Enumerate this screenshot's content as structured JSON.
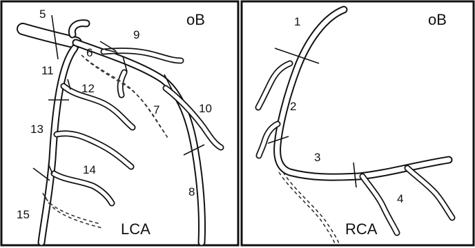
{
  "left_panel": {
    "view": "oB",
    "title": "LCA",
    "segments": [
      "5",
      "6",
      "9",
      "11",
      "12",
      "7",
      "10",
      "13",
      "14",
      "8",
      "15"
    ]
  },
  "right_panel": {
    "view": "oB",
    "title": "RCA",
    "segments": [
      "1",
      "2",
      "3",
      "4"
    ]
  }
}
